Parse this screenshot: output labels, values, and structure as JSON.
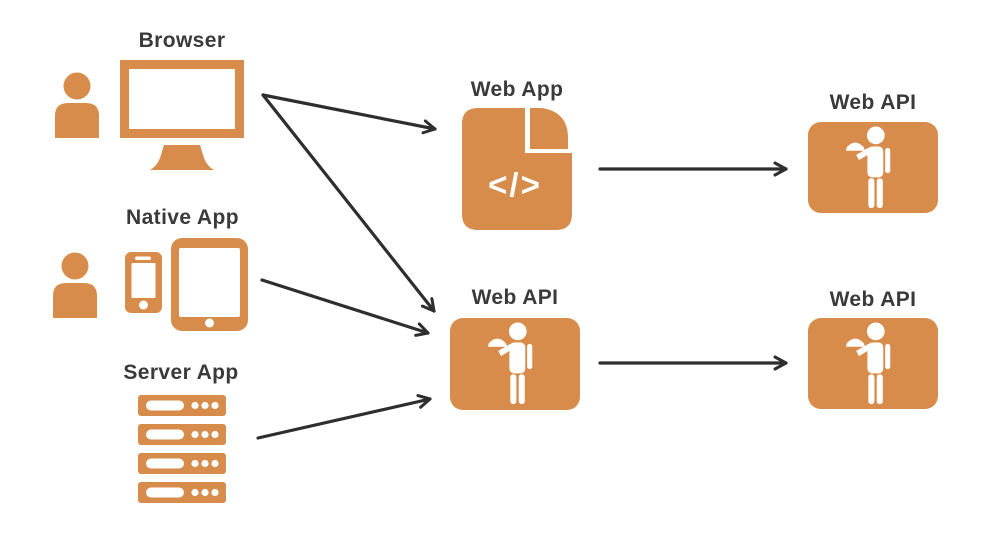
{
  "title": "Application types and web API call flow diagram",
  "colors": {
    "accent": "#D78C4B",
    "arrow": "#2E2E2E",
    "label_text": "#3A3A3A",
    "background": "#FFFFFF"
  },
  "nodes": {
    "browser": {
      "label": "Browser",
      "icons": [
        "user-icon",
        "monitor-icon"
      ]
    },
    "native_app": {
      "label": "Native App",
      "icons": [
        "user-icon",
        "smartphone-icon",
        "tablet-icon"
      ]
    },
    "server_app": {
      "label": "Server App",
      "icons": [
        "server-stack-icon"
      ]
    },
    "web_app": {
      "label": "Web App",
      "icons": [
        "code-file-icon"
      ],
      "code_glyph": "</>"
    },
    "web_api_middle": {
      "label": "Web API",
      "icons": [
        "waiter-icon"
      ]
    },
    "web_api_top_right": {
      "label": "Web API",
      "icons": [
        "waiter-icon"
      ]
    },
    "web_api_bottom_right": {
      "label": "Web API",
      "icons": [
        "waiter-icon"
      ]
    }
  },
  "edges": [
    {
      "from": "browser",
      "to": "web_app"
    },
    {
      "from": "browser",
      "to": "web_api_middle"
    },
    {
      "from": "native_app",
      "to": "web_api_middle"
    },
    {
      "from": "server_app",
      "to": "web_api_middle"
    },
    {
      "from": "web_app",
      "to": "web_api_top_right"
    },
    {
      "from": "web_api_middle",
      "to": "web_api_bottom_right"
    }
  ]
}
